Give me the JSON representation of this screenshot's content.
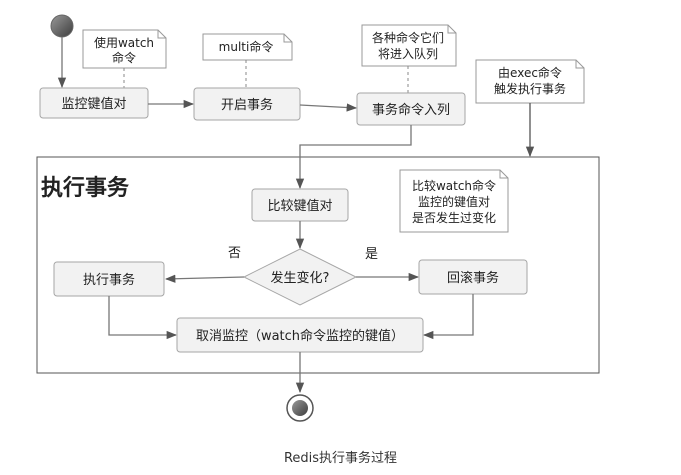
{
  "diagram": {
    "nodes": {
      "monitor_keys": "监控键值对",
      "start_tx": "开启事务",
      "enqueue": "事务命令入列",
      "compare_keys": "比较键值对",
      "changed": "发生变化?",
      "exec_tx": "执行事务",
      "rollback": "回滚事务",
      "unwatch": "取消监控（watch命令监控的键值）"
    },
    "notes": {
      "watch_cmd": [
        "使用watch",
        "命令"
      ],
      "multi_cmd": [
        "multi命令"
      ],
      "queue_cmd": [
        "各种命令它们",
        "将进入队列"
      ],
      "exec_cmd": [
        "由exec命令",
        "触发执行事务"
      ],
      "compare_note": [
        "比较watch命令",
        "监控的键值对",
        "是否发生过变化"
      ]
    },
    "frame_title": "执行事务",
    "branch_no": "否",
    "branch_yes": "是"
  },
  "caption": "Redis执行事务过程",
  "colors": {
    "box_fill": "#f2f2f2",
    "box_stroke": "#a6a6a6",
    "line": "#777777",
    "start_node": "#555555"
  }
}
